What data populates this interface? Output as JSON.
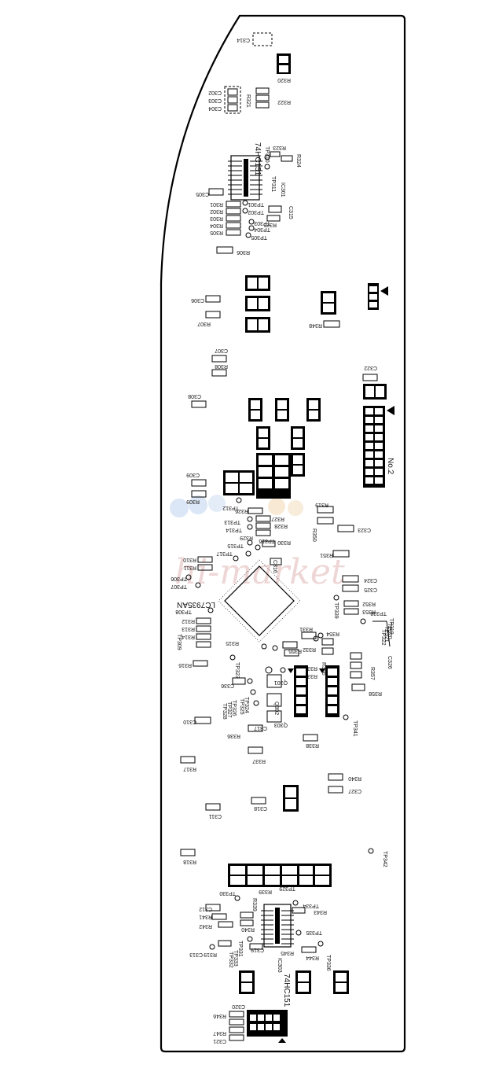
{
  "board": {
    "connector_label": "No.2",
    "ics": [
      {
        "part": "74HC151",
        "ref": "IC301"
      },
      {
        "part": "LC7935AN",
        "ref": "IC302"
      },
      {
        "part": "74HC151",
        "ref": "IC303"
      }
    ],
    "watermark": "hi-market",
    "labels": [
      "C314",
      "R320",
      "C302",
      "C303",
      "C304",
      "R321",
      "R322",
      "74HC151",
      "TP310",
      "R323",
      "R324",
      "TP311",
      "IC301",
      "C305",
      "R301",
      "R302",
      "R303",
      "R304",
      "R305",
      "TP301",
      "TP302",
      "TP303",
      "TP304",
      "TP305",
      "C315",
      "R325",
      "R306",
      "C306",
      "R307",
      "R348",
      "C307",
      "R308",
      "C308",
      "C322",
      "No.2",
      "C309",
      "R309",
      "TP312",
      "R319",
      "R326",
      "TP313",
      "R327",
      "TP314",
      "R328",
      "R350",
      "C323",
      "R329",
      "TP315",
      "TP316",
      "R330",
      "TP317",
      "R310",
      "R311",
      "R351",
      "TP306",
      "TP307",
      "C316",
      "C324",
      "C325",
      "LC7935AN",
      "TP308",
      "TP339",
      "R352",
      "R353",
      "TP338",
      "TP319",
      "TP320",
      "TP321",
      "TP322",
      "R312",
      "R313",
      "R314",
      "R315",
      "R331",
      "R355",
      "R332",
      "R354",
      "R356",
      "C326",
      "R316",
      "TP323",
      "TP309",
      "R333",
      "R334",
      "R357",
      "R358",
      "TP324",
      "TP325",
      "TP326",
      "TP327",
      "TP328",
      "IC302",
      "R302",
      "C310",
      "C317",
      "Q303",
      "TP341",
      "R336",
      "R337",
      "R338",
      "R317",
      "R340",
      "C327",
      "C311",
      "C318",
      "TP342",
      "R318",
      "TP330",
      "TP329",
      "R339",
      "C312",
      "R341",
      "R342",
      "R343",
      "R340",
      "TP331",
      "TP334",
      "TP335",
      "R344",
      "R345",
      "TP336",
      "C313",
      "R319",
      "TP332",
      "TP333",
      "C319",
      "IC303",
      "C320",
      "R346",
      "R347",
      "C321"
    ]
  }
}
